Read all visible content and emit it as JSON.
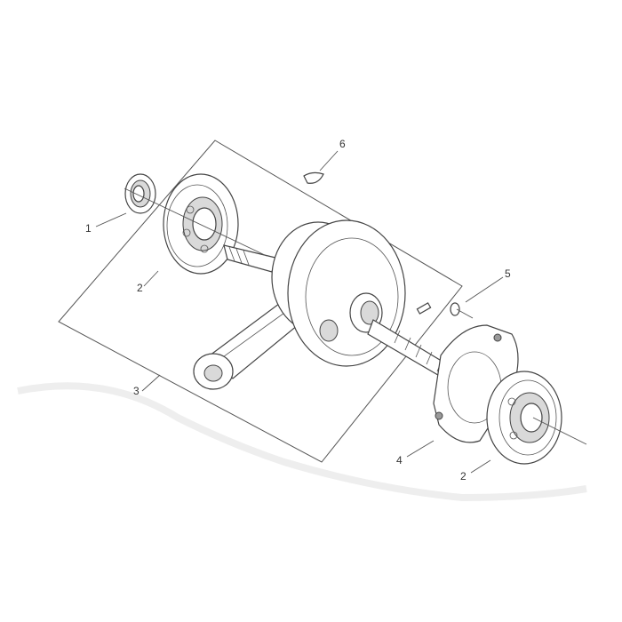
{
  "callouts": {
    "c1": "1",
    "c2a": "2",
    "c3": "3",
    "c4": "4",
    "c2b": "2",
    "c5": "5",
    "c6": "6"
  }
}
